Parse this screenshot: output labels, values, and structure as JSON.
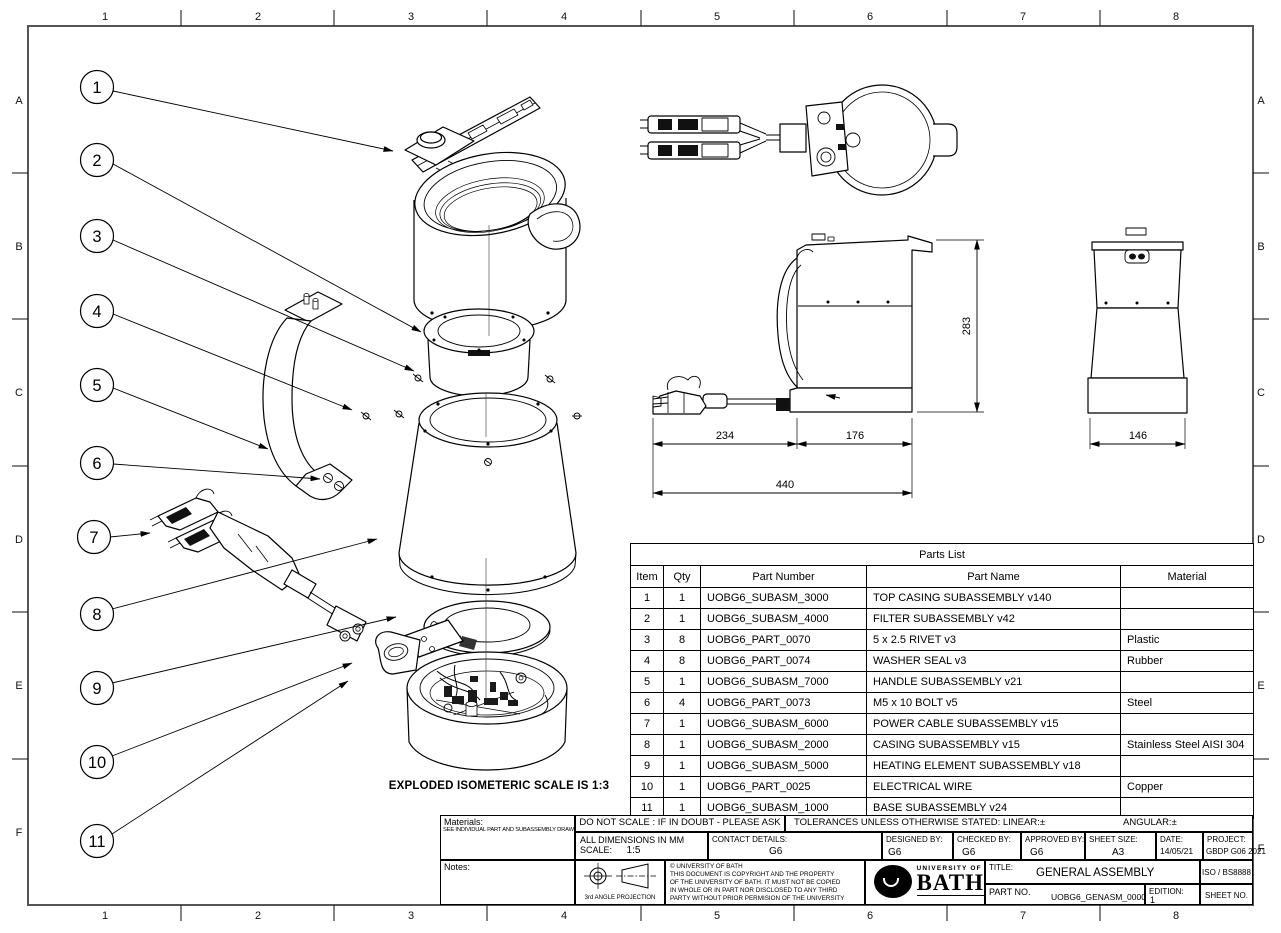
{
  "grid": {
    "cols": [
      "1",
      "2",
      "3",
      "4",
      "5",
      "6",
      "7",
      "8"
    ],
    "rows": [
      "A",
      "B",
      "C",
      "D",
      "E",
      "F"
    ]
  },
  "drawing": {
    "caption_exploded": "EXPLODED ISOMETERIC SCALE IS 1:3",
    "balloons": [
      "1",
      "2",
      "3",
      "4",
      "5",
      "6",
      "7",
      "8",
      "9",
      "10",
      "11"
    ],
    "dimensions": {
      "height": "283",
      "plug_to_base": "234",
      "base_depth": "176",
      "overall_length": "440",
      "base_width": "146"
    }
  },
  "parts_list": {
    "title": "Parts List",
    "headers": [
      "Item",
      "Qty",
      "Part Number",
      "Part Name",
      "Material"
    ],
    "rows": [
      {
        "item": "1",
        "qty": "1",
        "part_number": "UOBG6_SUBASM_3000",
        "part_name": "TOP CASING SUBASSEMBLY v140",
        "material": ""
      },
      {
        "item": "2",
        "qty": "1",
        "part_number": "UOBG6_SUBASM_4000",
        "part_name": "FILTER SUBASSEMBLY v42",
        "material": ""
      },
      {
        "item": "3",
        "qty": "8",
        "part_number": "UOBG6_PART_0070",
        "part_name": "5 x 2.5 RIVET v3",
        "material": "Plastic"
      },
      {
        "item": "4",
        "qty": "8",
        "part_number": "UOBG6_PART_0074",
        "part_name": "WASHER SEAL v3",
        "material": "Rubber"
      },
      {
        "item": "5",
        "qty": "1",
        "part_number": "UOBG6_SUBASM_7000",
        "part_name": "HANDLE SUBASSEMBLY v21",
        "material": ""
      },
      {
        "item": "6",
        "qty": "4",
        "part_number": "UOBG6_PART_0073",
        "part_name": "M5 x 10 BOLT v5",
        "material": "Steel"
      },
      {
        "item": "7",
        "qty": "1",
        "part_number": "UOBG6_SUBASM_6000",
        "part_name": "POWER CABLE SUBASSEMBLY v15",
        "material": ""
      },
      {
        "item": "8",
        "qty": "1",
        "part_number": "UOBG6_SUBASM_2000",
        "part_name": "CASING SUBASSEMBLY v15",
        "material": "Stainless Steel AISI 304"
      },
      {
        "item": "9",
        "qty": "1",
        "part_number": "UOBG6_SUBASM_5000",
        "part_name": "HEATING ELEMENT SUBASSEMBLY v18",
        "material": ""
      },
      {
        "item": "10",
        "qty": "1",
        "part_number": "UOBG6_PART_0025",
        "part_name": "ELECTRICAL WIRE",
        "material": "Copper"
      },
      {
        "item": "11",
        "qty": "1",
        "part_number": "UOBG6_SUBASM_1000",
        "part_name": "BASE SUBASSEMBLY v24",
        "material": ""
      }
    ]
  },
  "title_block": {
    "materials_label": "Materials:",
    "materials_note": "SEE INDIVIDUAL PART AND SUBASSEMBLY DRAWINGS",
    "do_not_scale": "DO NOT SCALE :  IF IN DOUBT  -  PLEASE ASK",
    "tolerances_label": "TOLERANCES UNLESS OTHERWISE STATED:  LINEAR:±",
    "angular_label": "ANGULAR:±",
    "all_dims": "ALL DIMENSIONS IN MM",
    "scale_label": "SCALE:",
    "scale_value": "1:5",
    "contact_label": "CONTACT DETAILS:",
    "contact_value": "G6",
    "designed_label": "DESIGNED BY:",
    "designed_value": "G6",
    "checked_label": "CHECKED BY:",
    "checked_value": "G6",
    "approved_label": "APPROVED BY:",
    "approved_value": "G6",
    "sheet_size_label": "SHEET SIZE:",
    "sheet_size_value": "A3",
    "date_label": "DATE:",
    "date_value": "14/05/21",
    "project_label": "PROJECT:",
    "project_value": "GBDP G06 2021",
    "notes_label": "Notes:",
    "projection_label": "3rd ANGLE PROJECTION",
    "copyright_lines": [
      "©      UNIVERSITY OF BATH",
      "THIS DOCUMENT IS COPYRIGHT AND THE PROPERTY",
      "OF THE UNIVERSITY OF BATH. IT MUST NOT BE COPIED",
      "IN WHOLE OR IN PART NOR DISCLOSED TO ANY THIRD",
      "PARTY WITHOUT PRIOR PERMISION OF THE UNIVERSITY"
    ],
    "logo_top": "UNIVERSITY OF",
    "logo_name": "BATH",
    "title_label": "TITLE:",
    "title_value": "GENERAL ASSEMBLY",
    "standard": "ISO / BS8888",
    "part_no_label": "PART NO.",
    "part_no_value": "UOBG6_GENASM_0000",
    "edition_label": "EDITION:",
    "edition_value": "1",
    "sheet_no_label": "SHEET NO."
  }
}
